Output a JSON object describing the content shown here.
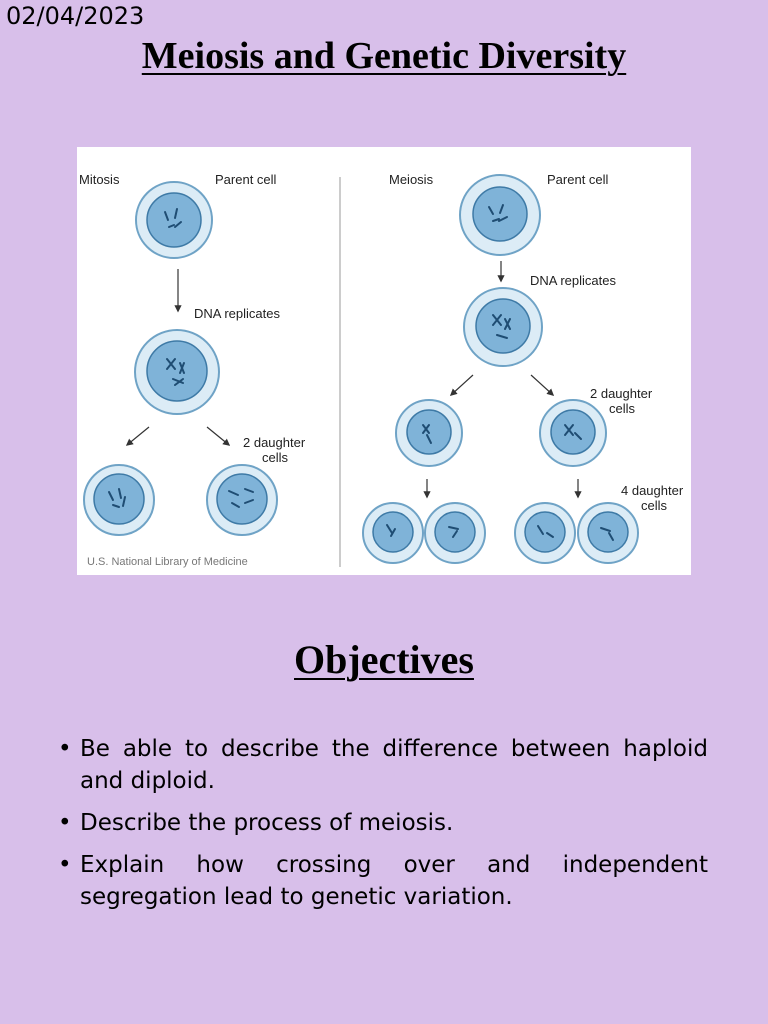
{
  "slide": {
    "date": "02/04/2023",
    "title": "Meiosis and Genetic Diversity"
  },
  "figure": {
    "mitosis": {
      "heading": "Mitosis",
      "parent_label": "Parent cell",
      "replicates_label": "DNA replicates",
      "daughters_label_line1": "2 daughter",
      "daughters_label_line2": "cells"
    },
    "meiosis": {
      "heading": "Meiosis",
      "parent_label": "Parent cell",
      "replicates_label": "DNA replicates",
      "daughters_label_line1": "2 daughter",
      "daughters_label_line2": "cells",
      "final_label_line1": "4 daughter",
      "final_label_line2": "cells"
    },
    "credit": "U.S. National Library of Medicine",
    "colors": {
      "cell_outer": "#dcecf6",
      "cell_outer_stroke": "#6fa3c6",
      "nucleus": "#7fb3d8",
      "nucleus_stroke": "#3e7aa6",
      "chromosome": "#1f4d73"
    }
  },
  "objectives": {
    "heading": "Objectives",
    "bullet_symbol": "•",
    "items": [
      "Be able to describe the difference between haploid and diploid.",
      "Describe the process of meiosis.",
      "Explain how crossing over and independent segregation lead to genetic variation."
    ]
  }
}
